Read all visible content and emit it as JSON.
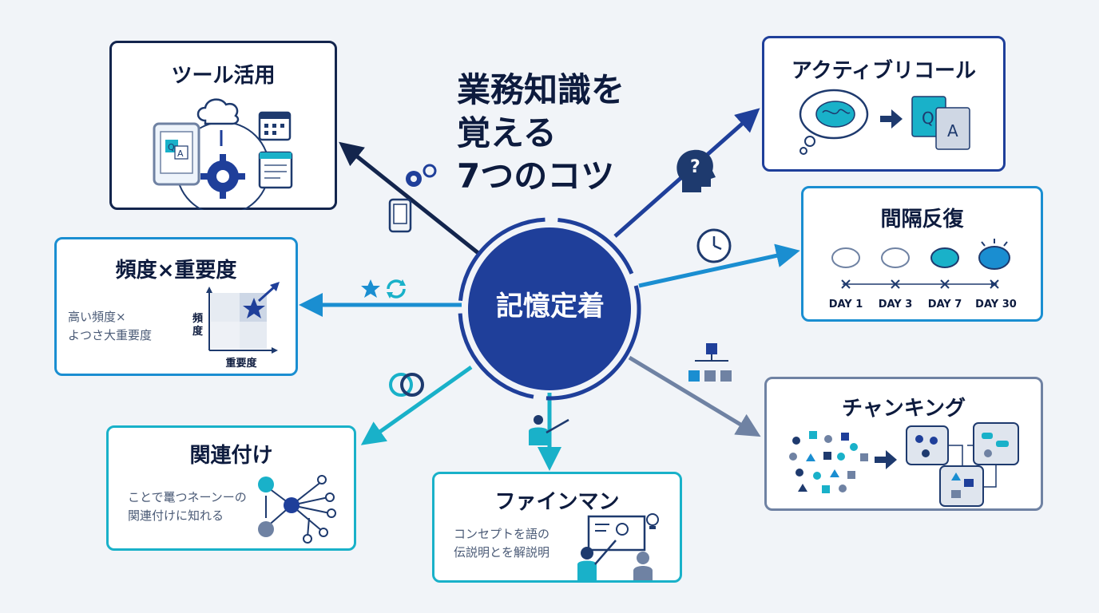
{
  "title": "業務知識を\n覚える\n 7つのコツ",
  "center": {
    "label": "記憶定着"
  },
  "colors": {
    "navy": "#1e3a6e",
    "dark_blue": "#1f3f9a",
    "blue": "#1a8ed1",
    "cyan": "#19b1c9",
    "slate": "#6f82a3"
  },
  "cards": {
    "tool": {
      "title": "ツール活用",
      "icons": [
        "tablet-icon",
        "cloud-sync-icon",
        "gear-icon",
        "calendar-icon",
        "document-icon"
      ],
      "qa_q": "Q",
      "qa_a": "A"
    },
    "active_recall": {
      "title": "アクティブリコール",
      "icons": [
        "thought-brain-icon",
        "arrow-icon",
        "qa-cards-icon"
      ],
      "q": "Q",
      "a": "A"
    },
    "spaced": {
      "title": "間隔反復",
      "days": [
        "DAY 1",
        "DAY 3",
        "DAY 7",
        "DAY 30"
      ]
    },
    "frequency": {
      "title": "頻度×重要度",
      "desc": "高い頻度×\nよつさ大重要度",
      "y_label": "頻\n度",
      "x_label": "重要度"
    },
    "chunking": {
      "title": "チャンキング",
      "icons": [
        "scattered-shapes-icon",
        "arrow-icon",
        "grouped-chunks-icon"
      ]
    },
    "association": {
      "title": "関連付け",
      "desc": "ことで鼍つネーンーの\n関連付けに知れる"
    },
    "feynman": {
      "title": "ファインマン",
      "desc": "コンセプトを語の\n伝説明とを解説明"
    }
  },
  "connector_icons": [
    "gears-icon",
    "tablet-icon",
    "head-question-icon",
    "clock-icon",
    "star-icon",
    "refresh-icon",
    "hierarchy-icon",
    "rings-icon",
    "teacher-icon"
  ]
}
